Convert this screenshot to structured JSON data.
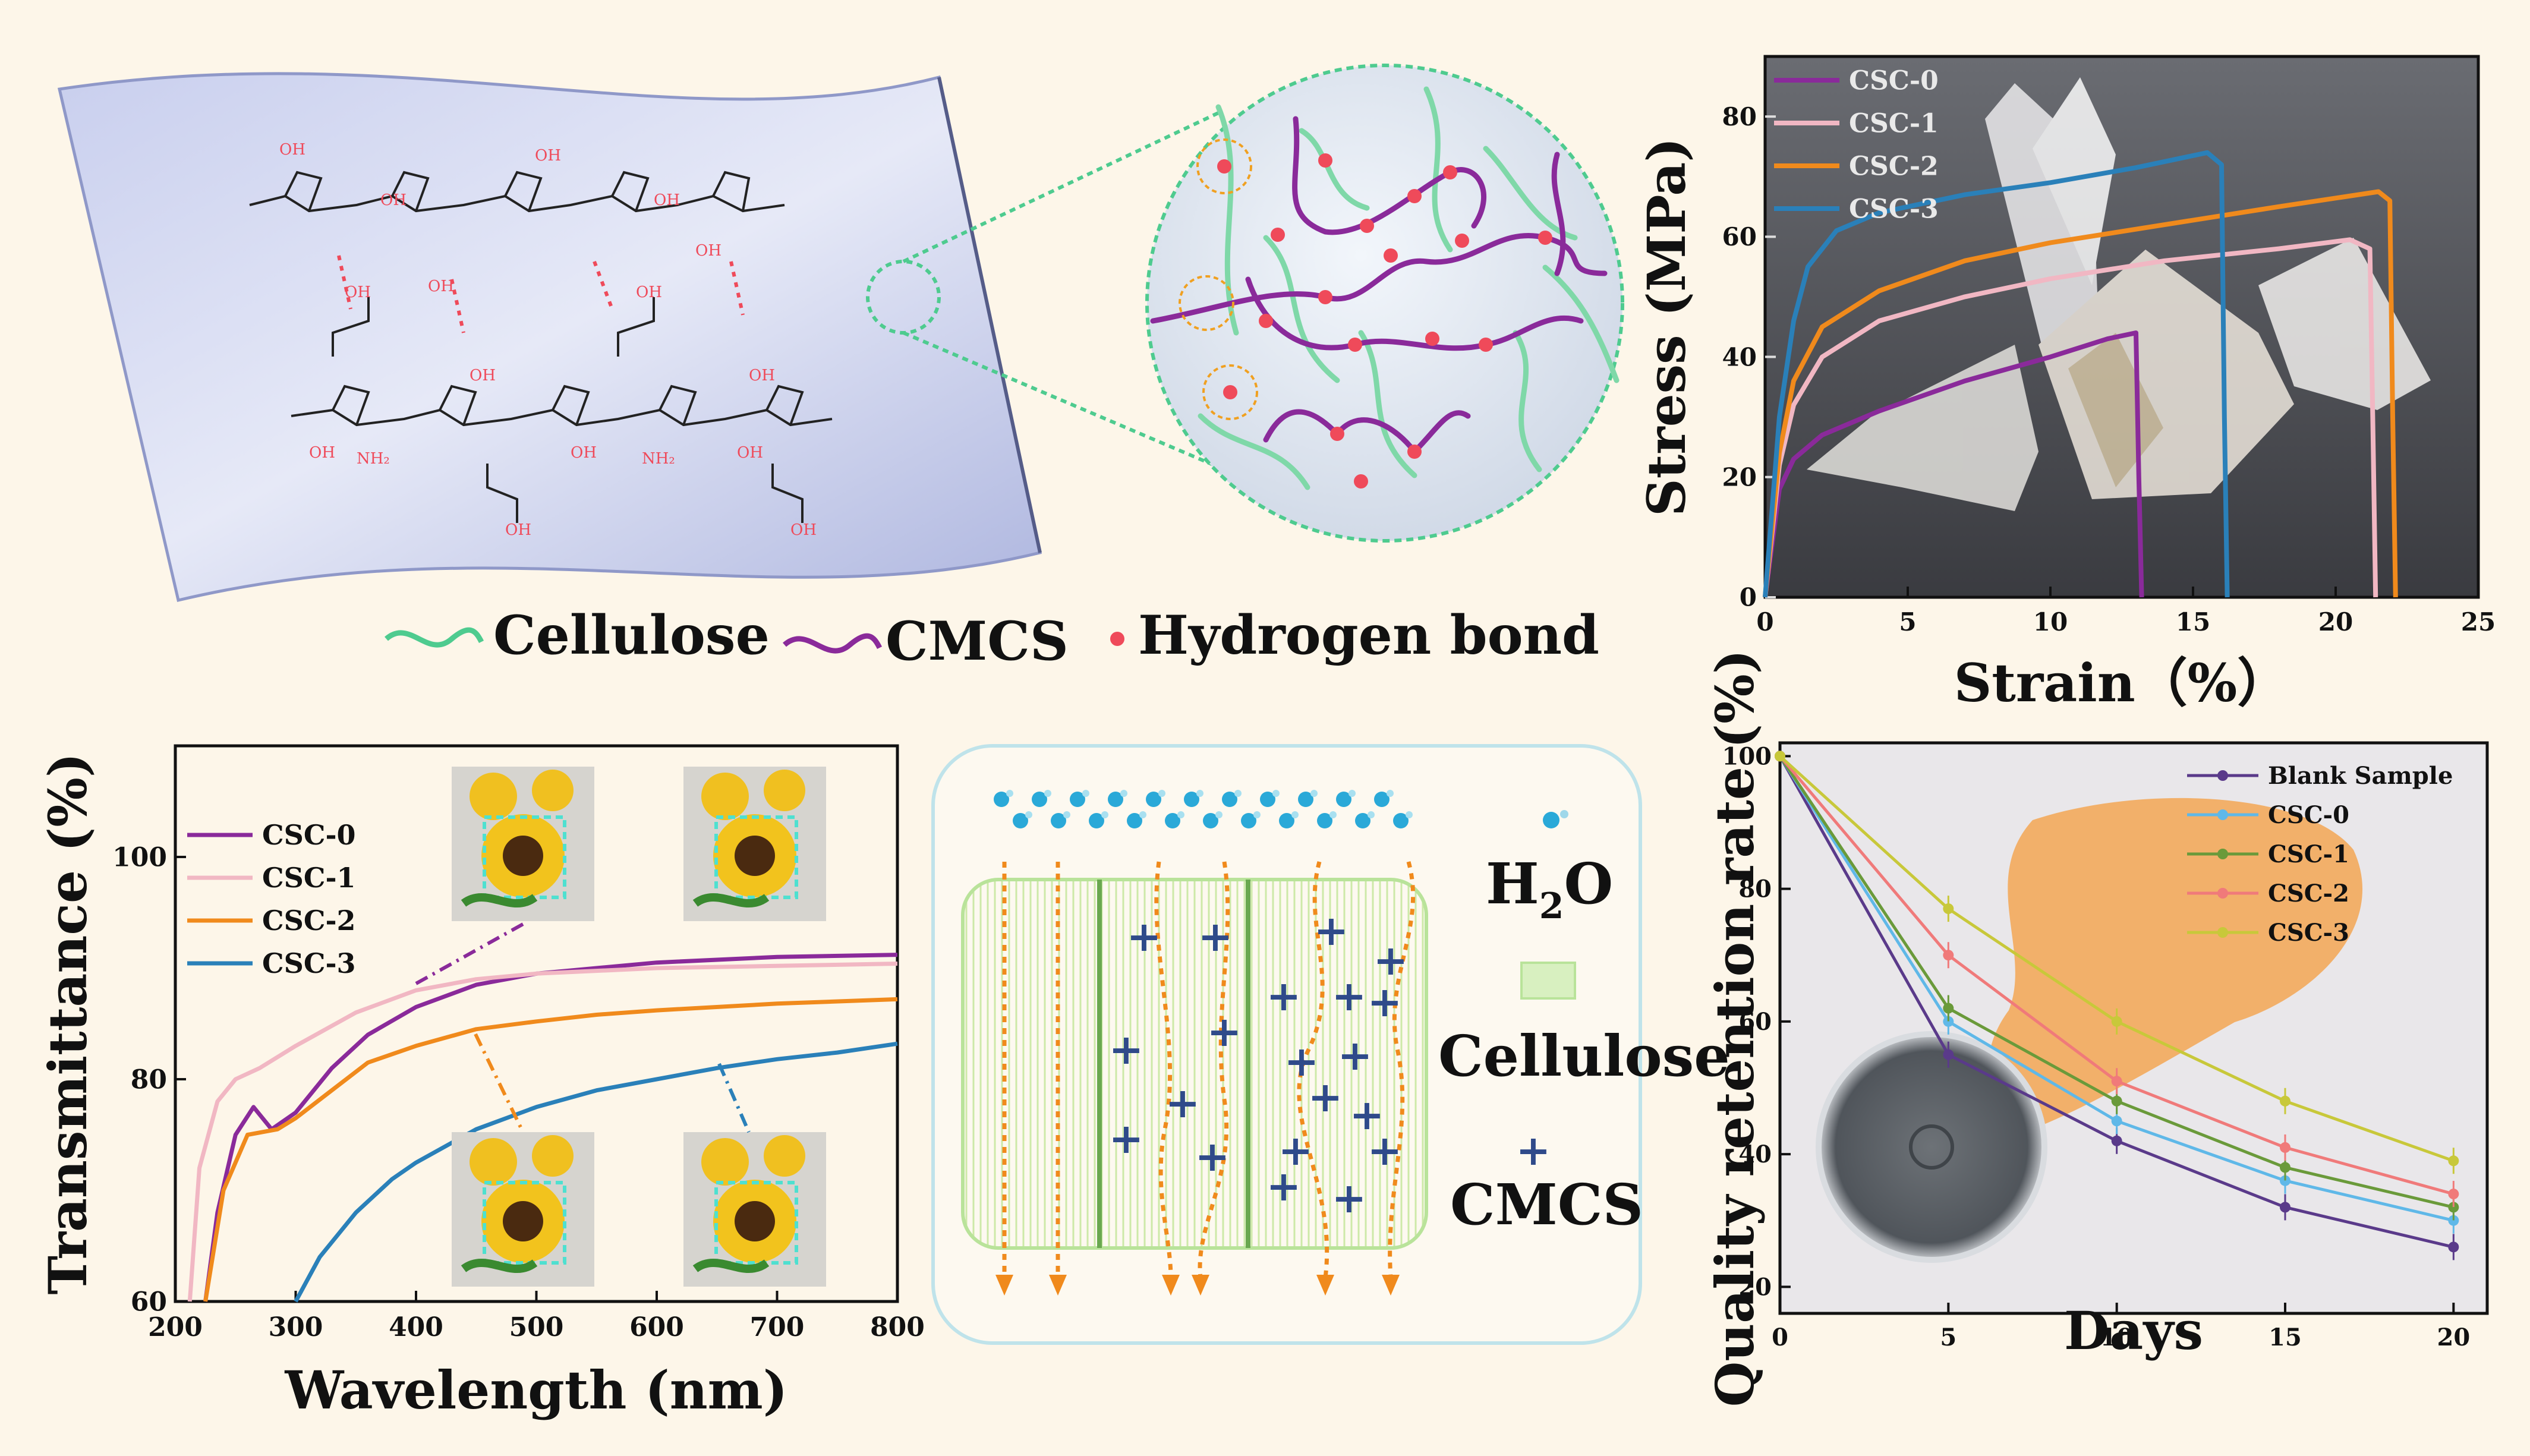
{
  "legend_top": {
    "cellulose": "Cellulose",
    "cmcs": "CMCS",
    "hbond": "Hydrogen bond"
  },
  "chem_labels": {
    "oh": "OH",
    "nh2": "NH₂"
  },
  "schematic": {
    "h2o_label": "H",
    "h2o_sub": "2",
    "h2o_o": "O",
    "cellulose_label": "Cellulose",
    "cmcs_label": "CMCS"
  },
  "colors": {
    "csc0": "#8a2a9a",
    "csc1": "#f1b7c3",
    "csc2": "#f08a1c",
    "csc3": "#2a80b9",
    "cellulose": "#4ecb8f",
    "cmcs": "#8a2a9a",
    "hbond": "#ef4a5a"
  },
  "chart_data": [
    {
      "type": "line",
      "panel": "stress-strain",
      "xlabel": "Strain（%）",
      "ylabel": "Stress (MPa)",
      "xlim": [
        0,
        25
      ],
      "ylim": [
        0,
        90
      ],
      "xticks": [
        0,
        5,
        10,
        15,
        20,
        25
      ],
      "yticks": [
        0,
        20,
        40,
        60,
        80
      ],
      "legend_position": "top-left",
      "series": [
        {
          "name": "CSC-0",
          "color": "#8a2a9a",
          "x": [
            0,
            0.5,
            1,
            2,
            4,
            7,
            10,
            12,
            13,
            13.1,
            13.2
          ],
          "y": [
            0,
            18,
            23,
            27,
            31,
            36,
            40,
            43,
            44,
            20,
            0
          ]
        },
        {
          "name": "CSC-1",
          "color": "#f1b7c3",
          "x": [
            0,
            0.5,
            1,
            2,
            4,
            7,
            10,
            14,
            18,
            20.5,
            21.2,
            21.3,
            21.4
          ],
          "y": [
            0,
            22,
            32,
            40,
            46,
            50,
            53,
            56,
            58,
            59.5,
            58,
            30,
            0
          ]
        },
        {
          "name": "CSC-2",
          "color": "#f08a1c",
          "x": [
            0,
            0.5,
            1,
            2,
            4,
            7,
            10,
            14,
            18,
            21.5,
            21.9,
            22.0,
            22.1
          ],
          "y": [
            0,
            24,
            36,
            45,
            51,
            56,
            59,
            62,
            65,
            67.5,
            66,
            30,
            0
          ]
        },
        {
          "name": "CSC-3",
          "color": "#2a80b9",
          "x": [
            0,
            0.5,
            1,
            1.5,
            2.5,
            4,
            7,
            10,
            13,
            15.5,
            16.0,
            16.1,
            16.2
          ],
          "y": [
            0,
            30,
            46,
            55,
            61,
            64,
            67,
            69,
            71.5,
            74,
            72,
            30,
            0
          ]
        }
      ]
    },
    {
      "type": "line",
      "panel": "transmittance",
      "xlabel": "Wavelength (nm)",
      "ylabel": "Transmittance (%)",
      "xlim": [
        200,
        800
      ],
      "ylim": [
        60,
        110
      ],
      "xticks": [
        200,
        300,
        400,
        500,
        600,
        700,
        800
      ],
      "yticks": [
        60,
        80,
        100
      ],
      "legend_position": "top-left",
      "series": [
        {
          "name": "CSC-0",
          "color": "#8a2a9a",
          "x": [
            225,
            235,
            250,
            265,
            280,
            300,
            330,
            360,
            400,
            450,
            500,
            600,
            700,
            800
          ],
          "y": [
            60,
            68,
            75,
            77.5,
            75.5,
            77,
            81,
            84,
            86.5,
            88.5,
            89.5,
            90.5,
            91,
            91.2
          ]
        },
        {
          "name": "CSC-1",
          "color": "#f1b7c3",
          "x": [
            212,
            220,
            235,
            250,
            270,
            300,
            350,
            400,
            450,
            500,
            600,
            700,
            800
          ],
          "y": [
            60,
            72,
            78,
            80,
            81,
            83,
            86,
            88,
            89,
            89.5,
            90,
            90.2,
            90.4
          ]
        },
        {
          "name": "CSC-2",
          "color": "#f08a1c",
          "x": [
            225,
            240,
            260,
            285,
            300,
            330,
            360,
            400,
            450,
            500,
            550,
            600,
            700,
            800
          ],
          "y": [
            60,
            70,
            75,
            75.5,
            76.5,
            79,
            81.5,
            83,
            84.5,
            85.2,
            85.8,
            86.2,
            86.8,
            87.2
          ]
        },
        {
          "name": "CSC-3",
          "color": "#2a80b9",
          "x": [
            300,
            320,
            350,
            380,
            400,
            450,
            500,
            550,
            600,
            650,
            700,
            750,
            800
          ],
          "y": [
            60,
            64,
            68,
            71,
            72.5,
            75.5,
            77.5,
            79,
            80,
            81,
            81.8,
            82.4,
            83.2
          ]
        }
      ]
    },
    {
      "type": "line",
      "panel": "quality-retention",
      "xlabel": "Days",
      "ylabel": "Quality retention rate (%)",
      "xlim": [
        0,
        21
      ],
      "ylim": [
        16,
        102
      ],
      "xticks": [
        0,
        5,
        10,
        15,
        20
      ],
      "yticks": [
        20,
        40,
        60,
        80,
        100
      ],
      "legend_position": "top-right",
      "series": [
        {
          "name": "Blank Sample",
          "color": "#5a3a8a",
          "x": [
            0,
            5,
            10,
            15,
            20
          ],
          "y": [
            100,
            55,
            42,
            32,
            26
          ]
        },
        {
          "name": "CSC-0",
          "color": "#5fb8e8",
          "x": [
            0,
            5,
            10,
            15,
            20
          ],
          "y": [
            100,
            60,
            45,
            36,
            30
          ]
        },
        {
          "name": "CSC-1",
          "color": "#6a9a3a",
          "x": [
            0,
            5,
            10,
            15,
            20
          ],
          "y": [
            100,
            62,
            48,
            38,
            32
          ]
        },
        {
          "name": "CSC-2",
          "color": "#f07a7a",
          "x": [
            0,
            5,
            10,
            15,
            20
          ],
          "y": [
            100,
            70,
            51,
            41,
            34
          ]
        },
        {
          "name": "CSC-3",
          "color": "#c8c83a",
          "x": [
            0,
            5,
            10,
            15,
            20
          ],
          "y": [
            100,
            77,
            60,
            48,
            39
          ]
        }
      ]
    }
  ]
}
